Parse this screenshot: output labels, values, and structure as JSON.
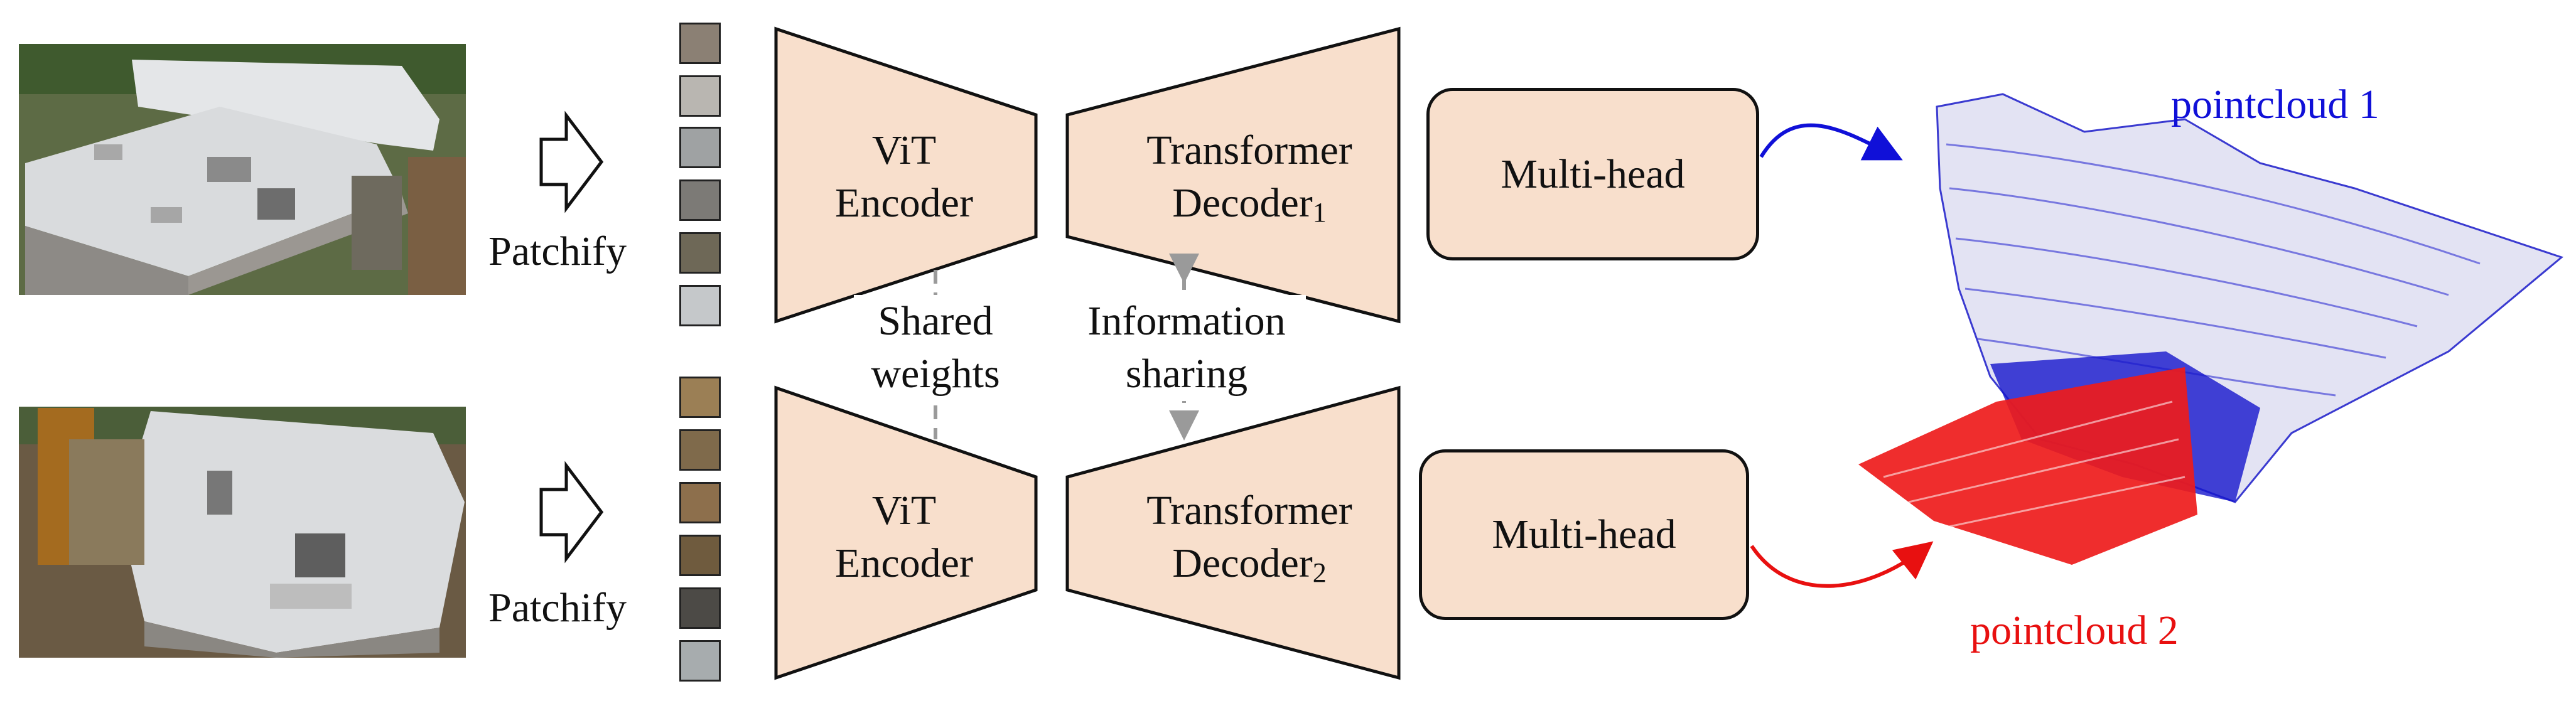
{
  "row1": {
    "patchify": "Patchify",
    "encoder": {
      "line1": "ViT",
      "line2": "Encoder"
    },
    "decoder": {
      "line1": "Transformer",
      "line2": "Decoder",
      "sub": "1"
    },
    "head": "Multi-head",
    "output": "pointcloud  1"
  },
  "row2": {
    "patchify": "Patchify",
    "encoder": {
      "line1": "ViT",
      "line2": "Encoder"
    },
    "decoder": {
      "line1": "Transformer",
      "line2": "Decoder",
      "sub": "2"
    },
    "head": "Multi-head",
    "output": "pointcloud  2"
  },
  "links": {
    "shared": {
      "line1": "Shared",
      "line2": "weights"
    },
    "info": {
      "line1": "Information",
      "line2": "sharing"
    }
  },
  "colors": {
    "block_fill": "#f8dfcc",
    "outline": "#111111",
    "pointcloud1": "#1010d8",
    "pointcloud2": "#e81010",
    "link_gray": "#9a9a9a"
  },
  "icons": [
    "aerial-photo-1",
    "aerial-photo-2",
    "patch-thumbnail",
    "hollow-arrow-icon",
    "curved-arrow-icon",
    "pointcloud-render"
  ]
}
